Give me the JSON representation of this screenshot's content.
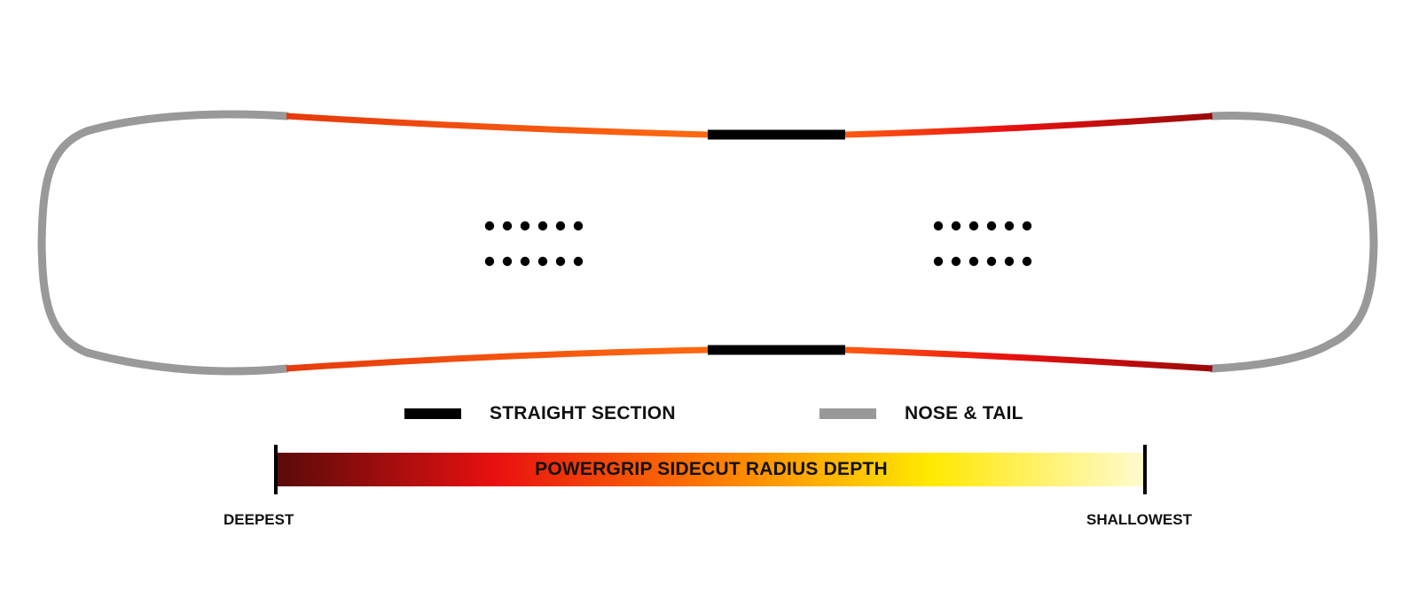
{
  "legend": {
    "straight_label": "STRAIGHT SECTION",
    "nose_tail_label": "NOSE & TAIL",
    "straight_color": "#000000",
    "nose_tail_color": "#999999"
  },
  "gradient": {
    "title": "POWERGRIP SIDECUT RADIUS DEPTH",
    "deepest_label": "DEEPEST",
    "shallowest_label": "SHALLOWEST",
    "colors": [
      "#5a0a0a",
      "#e81010",
      "#ff7a00",
      "#ffe800",
      "#fffbd0"
    ]
  },
  "board": {
    "insert_groups": [
      {
        "name": "left-insert-group",
        "rows": 2,
        "cols": 6
      },
      {
        "name": "right-insert-group",
        "rows": 2,
        "cols": 6
      }
    ]
  }
}
